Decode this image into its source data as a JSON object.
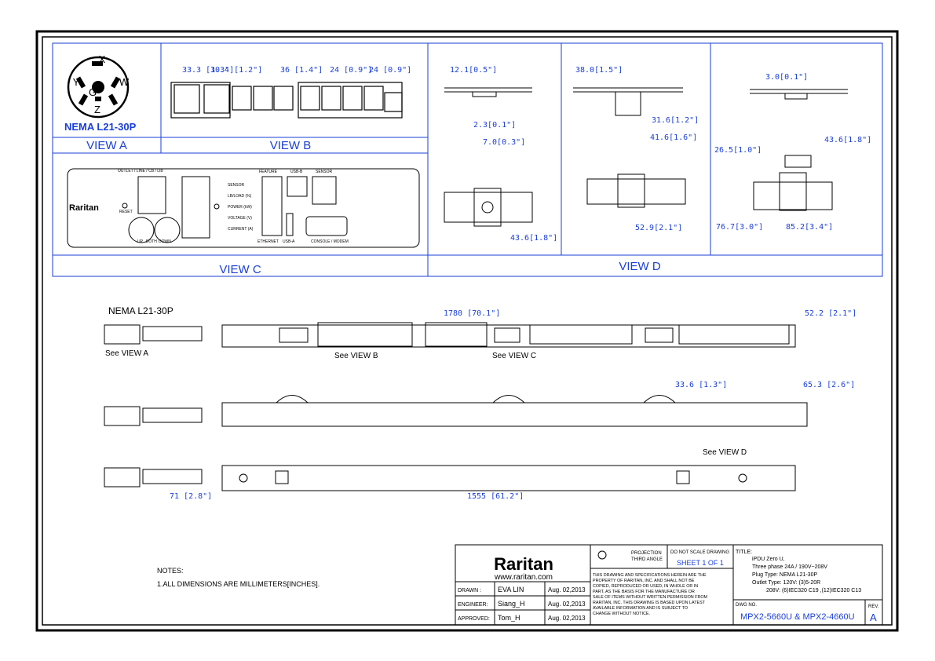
{
  "plug_label": "NEMA L21-30P",
  "plug_pins": [
    "X",
    "Y",
    "G",
    "W",
    "Z"
  ],
  "views": {
    "a": "VIEW A",
    "b": "VIEW B",
    "c": "VIEW C",
    "d": "VIEW D"
  },
  "view_b_dims": [
    "33.3 [1.3\"]",
    "30.4 [1.2\"]",
    "36 [1.4\"]",
    "24 [0.9\"]",
    "24 [0.9\"]"
  ],
  "view_c": {
    "outlet_line": "OUTLET / LINE / CB / LIB",
    "feature": "FEATURE",
    "usb_b": "USB-B",
    "sensor_top": "SENSOR",
    "brand": "Raritan",
    "reset": "RESET",
    "indicators": [
      "SENSOR",
      "LB/LOAD (%)",
      "POWER (kW)",
      "VOLTAGE (V)",
      "CURRENT (A)"
    ],
    "ethernet": "ETHERNET",
    "usb_a": "USB-A",
    "console": "CONSOLE / MODEM",
    "nav": [
      "UP",
      "BOTH",
      "DOWN"
    ]
  },
  "view_d_dims": {
    "d1": "12.1[0.5\"]",
    "d2": "2.3[0.1\"]",
    "d3": "7.0[0.3\"]",
    "d4": "43.6[1.8\"]",
    "d5": "38.0[1.5\"]",
    "d6": "31.6[1.2\"]",
    "d7": "41.6[1.6\"]",
    "d8": "52.9[2.1\"]",
    "d9": "3.0[0.1\"]",
    "d10": "26.5[1.0\"]",
    "d11": "43.6[1.8\"]",
    "d12": "76.7[3.0\"]",
    "d13": "85.2[3.4\"]"
  },
  "main": {
    "plug_label": "NEMA L21-30P",
    "length": "1780 [70.1\"]",
    "width": "52.2 [2.1\"]",
    "see_a": "See VIEW A",
    "see_b": "See VIEW B",
    "see_c": "See VIEW C",
    "see_d": "See VIEW D",
    "side_dim1": "33.6 [1.3\"]",
    "side_dim2": "65.3 [2.6\"]",
    "bottom_dim1": "71 [2.8\"]",
    "bottom_dim2": "1555 [61.2\"]"
  },
  "notes": {
    "title": "NOTES:",
    "line1": "1.ALL DIMENSIONS ARE MILLIMETERS[INCHES]."
  },
  "title_block": {
    "brand": "Raritan",
    "url": "www.raritan.com",
    "drawn_label": "DRAWN :",
    "drawn_by": "EVA LIN",
    "drawn_date": "Aug. 02,2013",
    "engineer_label": "ENGINEER:",
    "engineer": "Siang_H",
    "engineer_date": "Aug. 02,2013",
    "approved_label": "APPROVED:",
    "approved": "Tom_H",
    "approved_date": "Aug. 02,2013",
    "projection_1": "PROJECTION",
    "projection_2": "THIRD ANGLE",
    "do_not_scale": "DO NOT SCALE DRAWING",
    "sheet": "SHEET 1 OF 1",
    "disclaimer": [
      "THIS DRAWING AND SPECIFICATIONS HEREIN ARE THE",
      "PROPERTY OF RARITAN, INC. AND SHALL NOT BE",
      "COPIED, REPRODUCED OR USED, IN WHOLE OR IN",
      "PART, AS THE BASIS FOR THE MANUFACTURE OR",
      "SALE OF ITEMS WITHOUT WRITTEN PERMISSION FROM",
      "RARITAN, INC. THIS DRAWING IS BASED UPON LATEST",
      "AVAILABLE INFORMATION AND IS SUBJECT TO",
      "CHANGE WITHOUT NOTICE."
    ],
    "title_label": "TITLE:",
    "title_lines": [
      "iPDU Zero U,",
      "Three phase 24A / 190V~208V",
      "Plug Type: NEMA L21-30P",
      "Outlet Type: 120V: (3)5-20R",
      "208V: (6)IEC320 C19 ,(12)IEC320 C13"
    ],
    "dwg_label": "DWG NO.",
    "dwg_no": "MPX2-5660U & MPX2-4660U",
    "rev_label": "REV.",
    "rev": "A"
  }
}
